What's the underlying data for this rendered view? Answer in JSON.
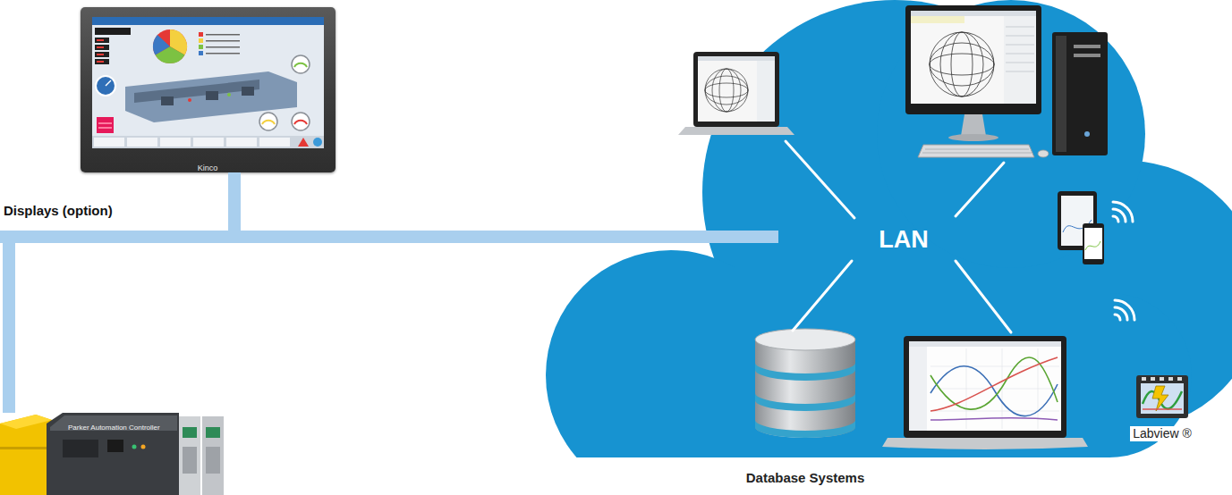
{
  "diagram": {
    "nodes": [
      {
        "text": [
          "Displays (option)",
          "Kinco"
        ]
      },
      {
        "text": [
          "LAN"
        ]
      },
      {
        "text": [
          "Parker Automation Controller"
        ]
      },
      {
        "text": [
          "Database Systems"
        ],
        "in": 1
      },
      {
        "text": [
          "Labview ®"
        ]
      }
    ],
    "edges": [
      {
        "from": 0,
        "to": 1,
        "arrow": "none"
      },
      {
        "from": 2,
        "to": 1,
        "arrow": "none"
      }
    ]
  }
}
